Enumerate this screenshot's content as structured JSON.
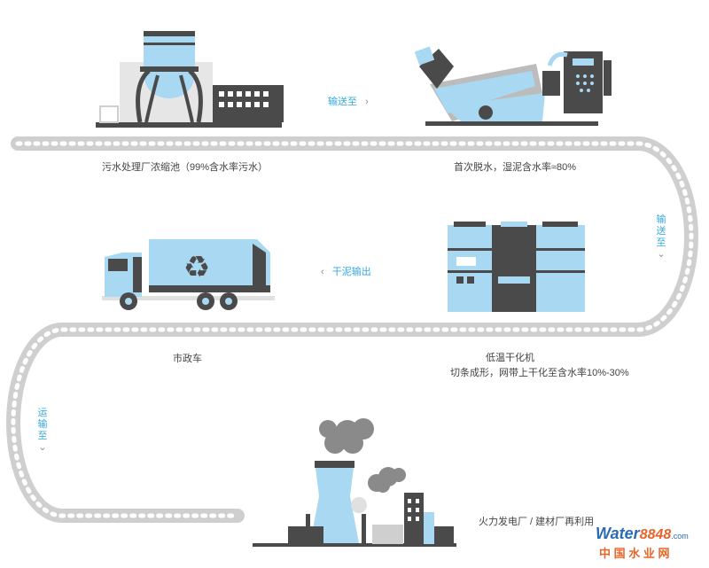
{
  "steps": {
    "tank_label": "污水处理厂浓缩池（99%含水率污水）",
    "dewater_label": "首次脱水，湿泥含水率≈80%",
    "dryer_title": "低温干化机",
    "dryer_desc": "切条成形，网带上干化至含水率10%-30%",
    "truck_label": "市政车",
    "power_label": "火力发电厂 / 建材厂再利用"
  },
  "flows": {
    "send_to_1": "输送至",
    "send_to_2_chars": [
      "输",
      "送",
      "至"
    ],
    "dry_mud_out": "干泥输出",
    "transport_to_chars": [
      "运",
      "输",
      "至"
    ]
  },
  "watermark": {
    "logo_water": "Water",
    "logo_num": "8848",
    "logo_com": ".com",
    "subtitle": "中 国 水 业 网"
  },
  "colors": {
    "light_blue": "#a9d8f3",
    "dark": "#4a4a4a",
    "chain": "#cfcfcf",
    "accent": "#35a9e1"
  }
}
